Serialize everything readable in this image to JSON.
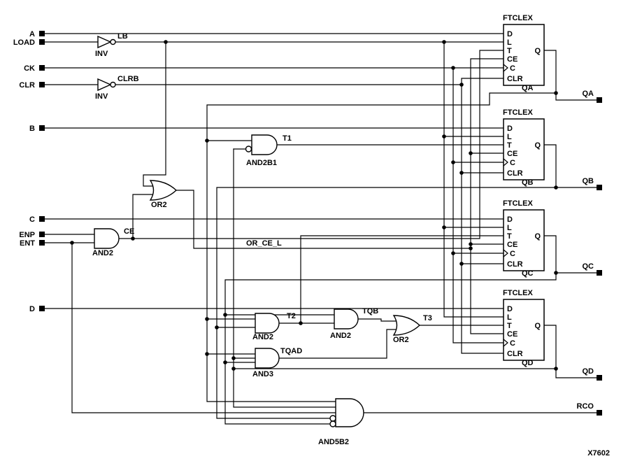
{
  "diagram": {
    "part_number": "X7602",
    "inputs": [
      {
        "label": "A"
      },
      {
        "label": "LOAD"
      },
      {
        "label": "CK"
      },
      {
        "label": "CLR"
      },
      {
        "label": "B"
      },
      {
        "label": "C"
      },
      {
        "label": "ENP"
      },
      {
        "label": "ENT"
      },
      {
        "label": "D"
      }
    ],
    "outputs": [
      {
        "label": "QA"
      },
      {
        "label": "QB"
      },
      {
        "label": "QC"
      },
      {
        "label": "QD"
      },
      {
        "label": "RCO"
      }
    ],
    "ff": {
      "title": "FTCLEX",
      "ports": {
        "d": "D",
        "l": "L",
        "t": "T",
        "ce": "CE",
        "c": "C",
        "clr": "CLR",
        "q": "Q"
      },
      "nets": [
        "QA",
        "QB",
        "QC",
        "QD"
      ]
    },
    "gates": {
      "inv1": "INV",
      "inv2": "INV",
      "or2a": "OR2",
      "and2a": "AND2",
      "and2b1": "AND2B1",
      "and2b": "AND2",
      "and2c": "AND2",
      "or2b": "OR2",
      "and3": "AND3",
      "and5b2": "AND5B2"
    },
    "nets": {
      "lb": "LB",
      "clrb": "CLRB",
      "ce": "CE",
      "t1": "T1",
      "or_ce_l": "OR_CE_L",
      "t2": "T2",
      "tqb": "TQB",
      "t3": "T3",
      "tqad": "TQAD"
    }
  }
}
